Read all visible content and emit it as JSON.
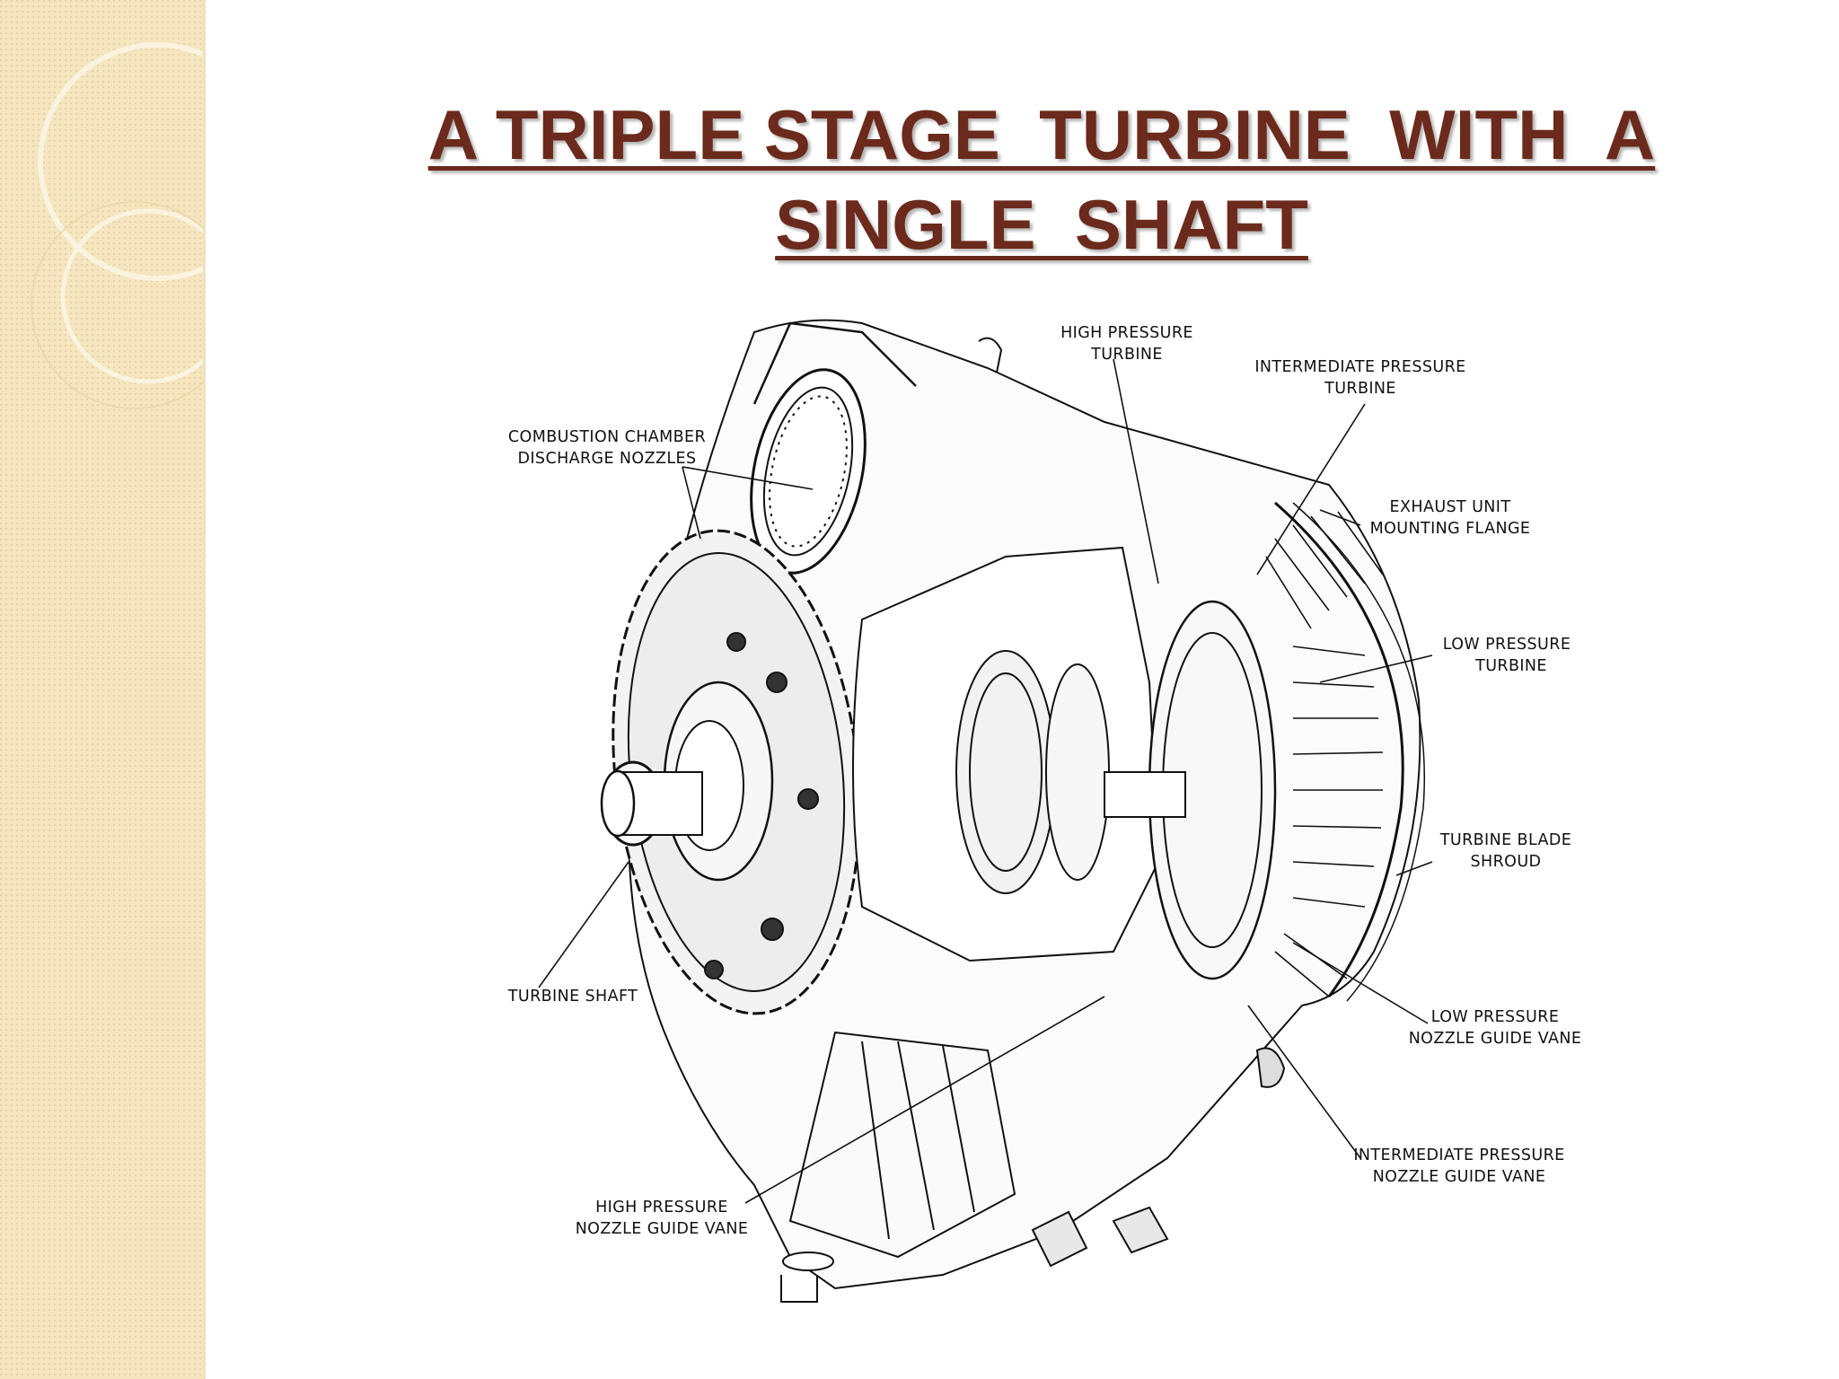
{
  "title": {
    "line1": "A TRIPLE STAGE  TURBINE  WITH  A",
    "line2": "SINGLE  SHAFT"
  },
  "colors": {
    "title": "#6b2a1c",
    "sidebar": "#f6e6c0",
    "drawing_ink": "#111111"
  },
  "labels": {
    "hp_turbine": [
      "HIGH PRESSURE",
      "TURBINE"
    ],
    "ip_turbine": [
      "INTERMEDIATE PRESSURE",
      "TURBINE"
    ],
    "combustion": [
      "COMBUSTION CHAMBER",
      "DISCHARGE NOZZLES"
    ],
    "exhaust_flange": [
      "EXHAUST UNIT",
      "MOUNTING FLANGE"
    ],
    "lp_turbine": [
      "LOW PRESSURE",
      "TURBINE"
    ],
    "blade_shroud": [
      "TURBINE BLADE",
      "SHROUD"
    ],
    "turbine_shaft": [
      "TURBINE SHAFT"
    ],
    "lp_ngv": [
      "LOW PRESSURE",
      "NOZZLE GUIDE VANE"
    ],
    "ip_ngv": [
      "INTERMEDIATE PRESSURE",
      "NOZZLE GUIDE VANE"
    ],
    "hp_ngv": [
      "HIGH PRESSURE",
      "NOZZLE GUIDE VANE"
    ]
  }
}
